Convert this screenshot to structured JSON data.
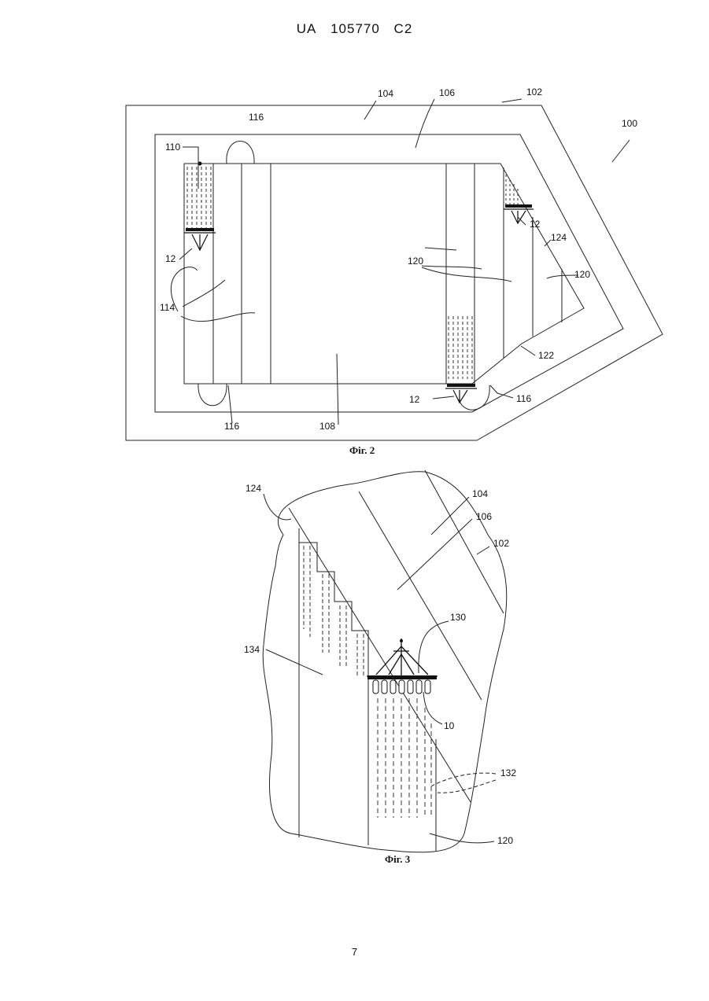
{
  "header": {
    "country": "UA",
    "number": "105770",
    "kind": "C2"
  },
  "fig2": {
    "caption": "Фіг. 2",
    "labels": {
      "l100": "100",
      "l102": "102",
      "l104": "104",
      "l106": "106",
      "l108": "108",
      "l110": "110",
      "l114": "114",
      "l116a": "116",
      "l116b": "116",
      "l116c": "116",
      "l120a": "120",
      "l120b": "120",
      "l122": "122",
      "l124": "124",
      "l12a": "12",
      "l12b": "12",
      "l12c": "12"
    }
  },
  "fig3": {
    "caption": "Фіг. 3",
    "labels": {
      "l124": "124",
      "l104": "104",
      "l106": "106",
      "l102": "102",
      "l130": "130",
      "l134": "134",
      "l10": "10",
      "l132": "132",
      "l120": "120"
    }
  },
  "page_number": "7"
}
